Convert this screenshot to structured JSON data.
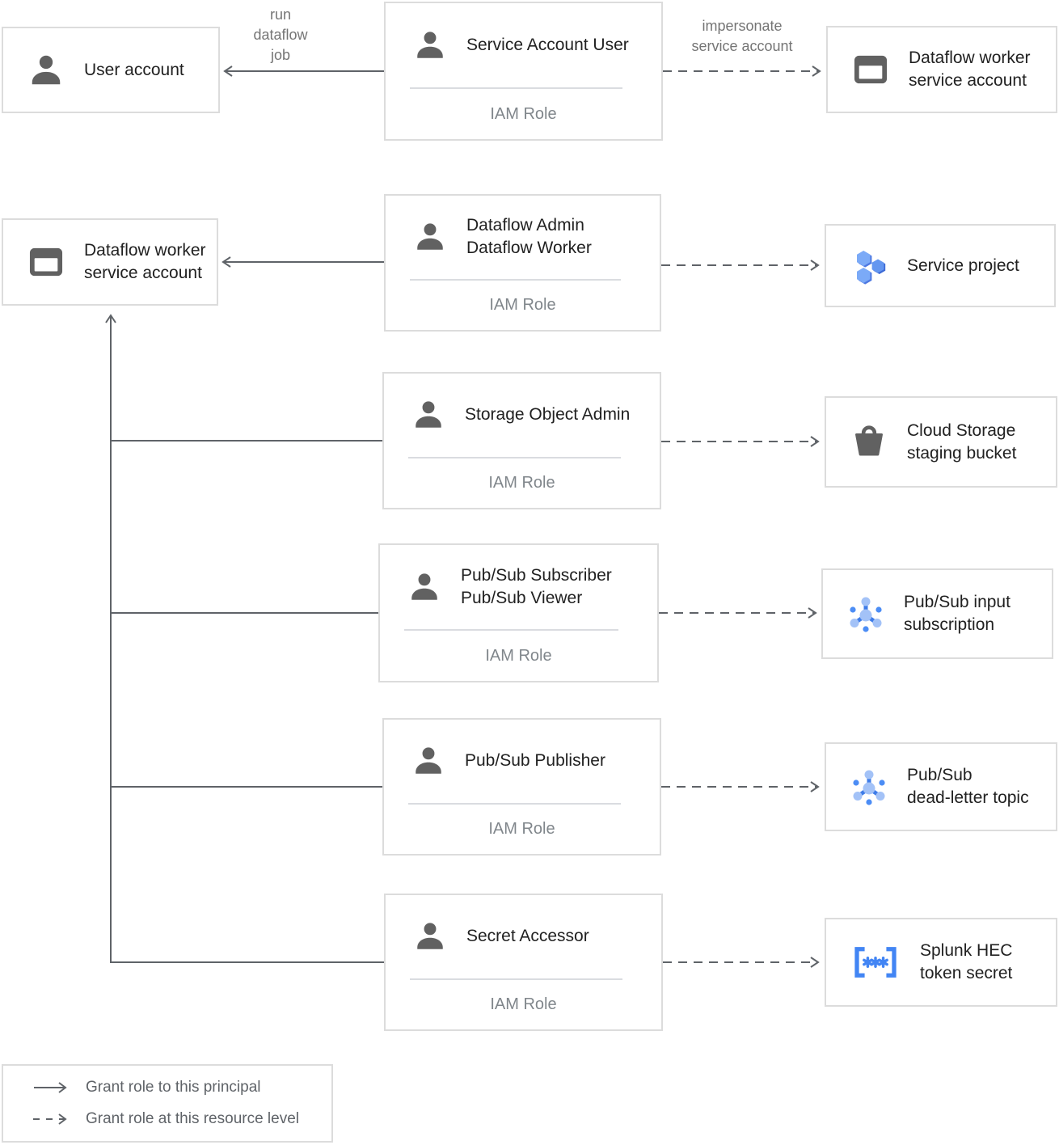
{
  "colors": {
    "accent_blue": "#4285F4",
    "light_blue": "#A3C2F7",
    "hexagon_blue": "#7BAAF7",
    "icon_gray": "#616161",
    "line_gray": "#5F6368",
    "border_gray": "#DCDCDC",
    "text_dark": "#212121",
    "muted_text_gray": "#80868B",
    "edge_label_gray": "#757575"
  },
  "edges": {
    "run_label": [
      "run",
      "dataflow",
      "job"
    ],
    "impersonate_label": [
      "impersonate",
      "service account"
    ]
  },
  "left_nodes": [
    {
      "icon": "person-icon",
      "lines": [
        "User account"
      ]
    },
    {
      "icon": "app-window-icon",
      "lines": [
        "Dataflow worker",
        "service account"
      ]
    }
  ],
  "role_boxes": [
    {
      "icon": "person-icon",
      "lines": [
        "Service Account User"
      ],
      "footer": "IAM Role"
    },
    {
      "icon": "person-icon",
      "lines": [
        "Dataflow Admin",
        "Dataflow Worker"
      ],
      "footer": "IAM Role"
    },
    {
      "icon": "person-icon",
      "lines": [
        "Storage Object Admin"
      ],
      "footer": "IAM Role"
    },
    {
      "icon": "person-icon",
      "lines": [
        "Pub/Sub Subscriber",
        "Pub/Sub Viewer"
      ],
      "footer": "IAM Role"
    },
    {
      "icon": "person-icon",
      "lines": [
        "Pub/Sub Publisher"
      ],
      "footer": "IAM Role"
    },
    {
      "icon": "person-icon",
      "lines": [
        "Secret Accessor"
      ],
      "footer": "IAM Role"
    }
  ],
  "resource_nodes": [
    {
      "icon": "app-window-icon",
      "lines": [
        "Dataflow worker",
        "service account"
      ]
    },
    {
      "icon": "project-hexagons-icon",
      "lines": [
        "Service project"
      ]
    },
    {
      "icon": "storage-bucket-icon",
      "lines": [
        "Cloud Storage",
        "staging bucket"
      ]
    },
    {
      "icon": "pubsub-icon",
      "lines": [
        "Pub/Sub input",
        "subscription"
      ]
    },
    {
      "icon": "pubsub-icon",
      "lines": [
        "Pub/Sub",
        "dead-letter topic"
      ]
    },
    {
      "icon": "secret-brackets-icon",
      "lines": [
        "Splunk HEC",
        "token secret"
      ]
    }
  ],
  "legend": {
    "solid_label": "Grant role to this principal",
    "dashed_label": "Grant role at this resource level"
  }
}
